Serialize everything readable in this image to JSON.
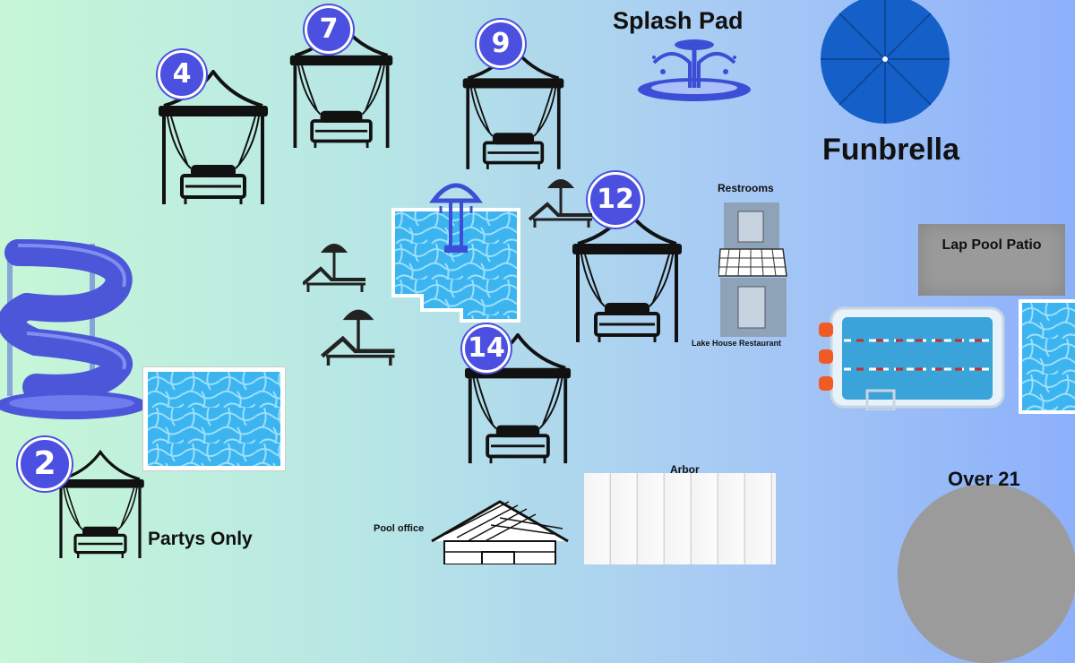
{
  "colors": {
    "accent": "#4b50e0",
    "water": "#3cb4f0",
    "slide": "#4b56d8",
    "umbrella": "#1560c8"
  },
  "labels": {
    "splash_pad": "Splash Pad",
    "funbrella": "Funbrella",
    "restrooms": "Restrooms",
    "lap_pool_patio": "Lap Pool Patio",
    "lake_house": "Lake House Restaurant",
    "over21": "Over 21",
    "arbor": "Arbor",
    "pool_office": "Pool office",
    "partys_only": "Partys Only"
  },
  "cabanas": [
    {
      "number": "4"
    },
    {
      "number": "7"
    },
    {
      "number": "9"
    },
    {
      "number": "12"
    },
    {
      "number": "14"
    },
    {
      "number": "2"
    }
  ],
  "icons": [
    "cabana-icon",
    "water-slide-icon",
    "splash-pad-icon",
    "umbrella-icon",
    "lounge-chair-icon",
    "fountain-icon",
    "lap-pool-icon",
    "house-icon"
  ]
}
